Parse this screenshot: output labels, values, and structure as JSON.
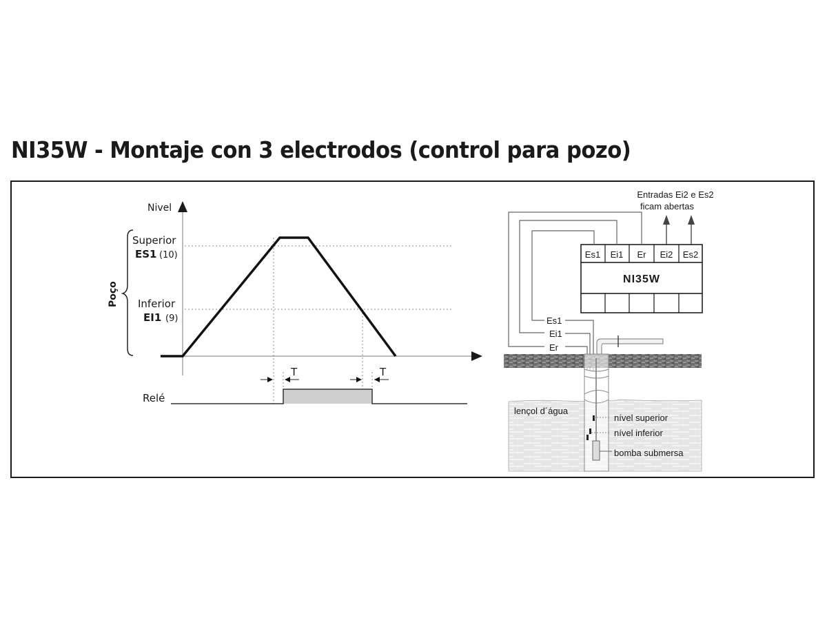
{
  "title": "NI35W - Montaje con 3 electrodos (control para pozo)",
  "level_chart": {
    "y_axis_label": "Nivel",
    "bracket_label": "Poço",
    "upper_level": {
      "name": "Superior",
      "code": "ES1",
      "terminal": "(10)"
    },
    "lower_level": {
      "name": "Inferior",
      "code": "EI1",
      "terminal": "(9)"
    },
    "delay_label": "T",
    "relay_label": "Relé"
  },
  "chart_data": {
    "type": "line",
    "title": "NI35W level control timing",
    "ylabel": "Nivel",
    "xlabel": "",
    "series": [
      {
        "name": "Nivel (water level)",
        "points": [
          [
            0,
            0
          ],
          [
            1,
            0
          ],
          [
            5.3,
            1.1
          ],
          [
            6.5,
            1.1
          ],
          [
            11.5,
            0
          ]
        ]
      },
      {
        "name": "Relé",
        "points": [
          [
            0,
            0
          ],
          [
            5.5,
            0
          ],
          [
            5.5,
            1
          ],
          [
            9.7,
            1
          ],
          [
            9.7,
            0
          ],
          [
            14,
            0
          ]
        ]
      }
    ],
    "thresholds": [
      {
        "label": "Superior ES1 (10)",
        "value": 1.0
      },
      {
        "label": "Inferior EI1 (9)",
        "value": 0.5
      }
    ],
    "annotations": [
      "T",
      "T"
    ]
  },
  "wiring": {
    "note_line1": "Entradas Ei2 e Es2",
    "note_line2": "ficam abertas",
    "device_name": "NI35W",
    "terminals": [
      "Es1",
      "Ei1",
      "Er",
      "Ei2",
      "Es2"
    ],
    "electrode_labels": [
      "Es1",
      "Ei1",
      "Er"
    ],
    "water_table_label": "lençol d´água",
    "upper_level_label": "nível superior",
    "lower_level_label": "nível inferior",
    "pump_label": "bomba submersa"
  }
}
